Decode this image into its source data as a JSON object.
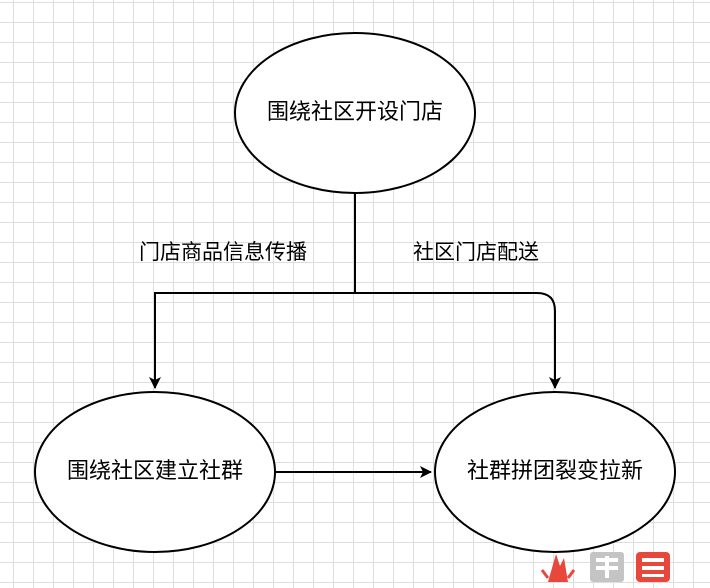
{
  "nodes": {
    "top": {
      "label": "围绕社区开设门店"
    },
    "left": {
      "label": "围绕社区建立社群"
    },
    "right": {
      "label": "社群拼团裂变拉新"
    }
  },
  "edges": {
    "left_label": "门店商品信息传播",
    "right_label": "社区门店配送"
  },
  "colors": {
    "stroke": "#000000",
    "grid": "#dedede",
    "watermark_red": "#e8473b",
    "watermark_gray": "#c4c4c4"
  }
}
